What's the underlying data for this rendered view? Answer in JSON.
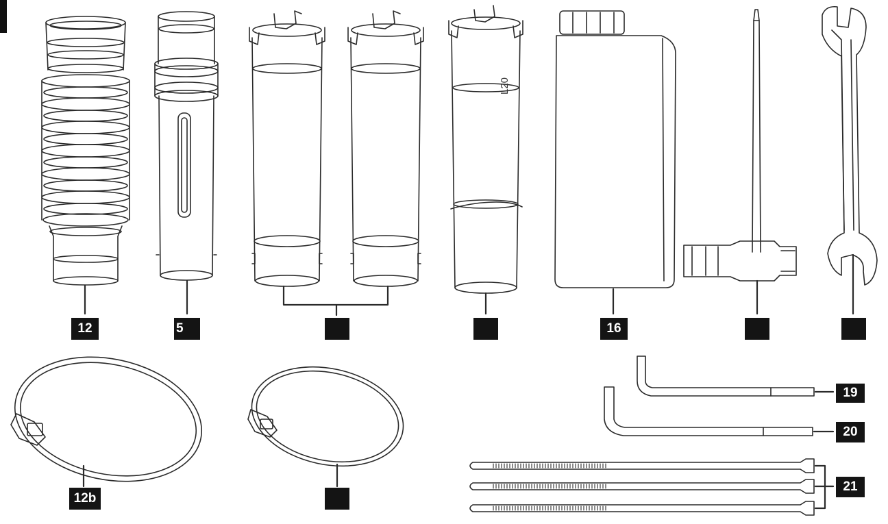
{
  "labels": {
    "hose_flex": "12",
    "tube_slot": "5",
    "tube_pair": "",
    "tube_l20": "",
    "bottle": "16",
    "t_key": "",
    "wrench": "",
    "clamp_large": "12b",
    "clamp_small": "",
    "hex_key_small": "19",
    "hex_key_large": "20",
    "cable_ties": "21"
  },
  "markings": {
    "tube_print": "L20"
  },
  "icons": {
    "flexible_hose": "bellows-hose-icon",
    "slotted_tube": "slotted-tube-icon",
    "extension_tube": "extension-tube-icon",
    "bottle": "oil-bottle-icon",
    "t_handle_key": "t-handle-key-icon",
    "spanner": "open-end-wrench-icon",
    "hose_clamp": "hose-clamp-icon",
    "allen_key": "allen-key-icon",
    "cable_tie": "cable-tie-icon"
  },
  "colors": {
    "line": "#2a2a2a",
    "label_bg": "#141414",
    "label_text": "#ffffff",
    "background": "#ffffff"
  }
}
